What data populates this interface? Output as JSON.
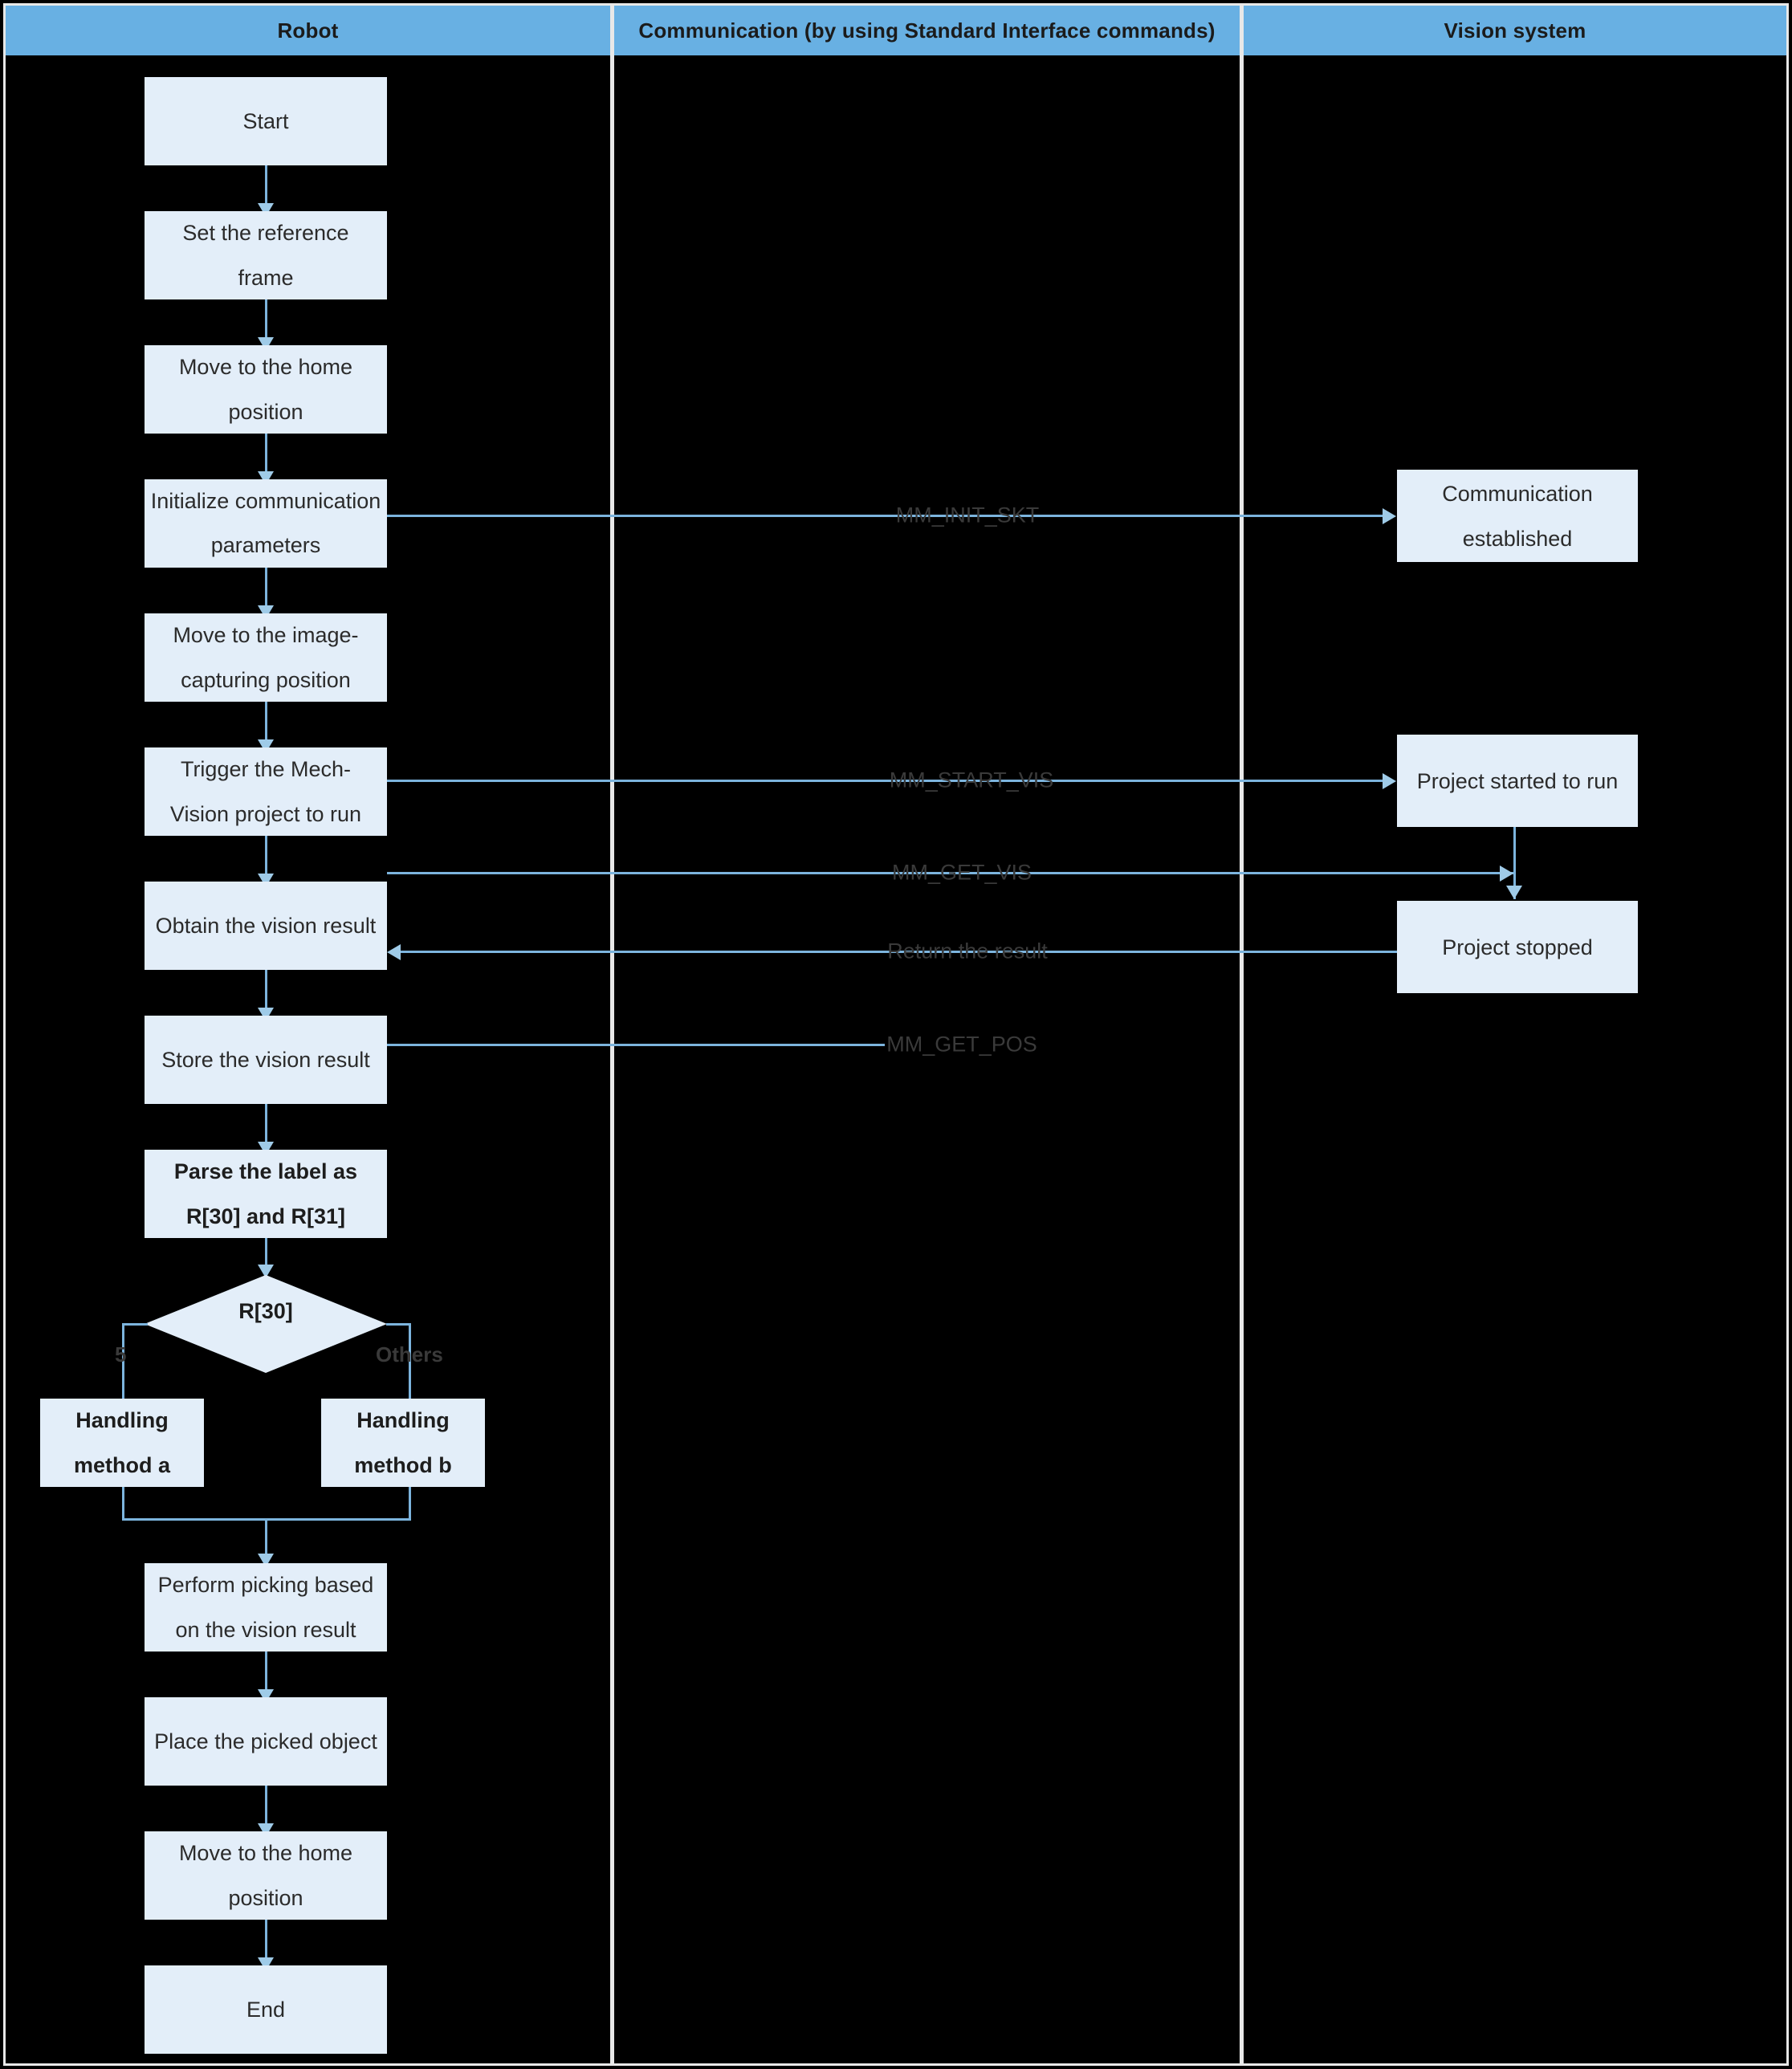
{
  "lanes": [
    {
      "title": "Robot"
    },
    {
      "title": "Communication (by using Standard Interface commands)"
    },
    {
      "title": "Vision system"
    }
  ],
  "robot_nodes": [
    {
      "id": "start",
      "text": "Start"
    },
    {
      "id": "set-frame",
      "text": "Set the reference frame"
    },
    {
      "id": "home-1",
      "text": "Move to the home position"
    },
    {
      "id": "init-comm",
      "text": "Initialize communication parameters"
    },
    {
      "id": "capture-pos",
      "text": "Move to the image-capturing position"
    },
    {
      "id": "trigger",
      "text": "Trigger the Mech-Vision project to run"
    },
    {
      "id": "obtain",
      "text": "Obtain the vision result"
    },
    {
      "id": "store",
      "text": "Store the vision result"
    },
    {
      "id": "parse",
      "text": "Parse the label as R[30] and R[31]"
    },
    {
      "id": "method-a",
      "text": "Handling method a"
    },
    {
      "id": "method-b",
      "text": "Handling method b"
    },
    {
      "id": "pick",
      "text": "Perform picking based on the vision result"
    },
    {
      "id": "place",
      "text": "Place the picked object"
    },
    {
      "id": "home-2",
      "text": "Move to the home position"
    },
    {
      "id": "end",
      "text": "End"
    }
  ],
  "decision": {
    "id": "r30-decision",
    "text": "R[30]",
    "branch_left": "5",
    "branch_right": "Others"
  },
  "messages": [
    {
      "id": "msg-init-skt",
      "text": "MM_INIT_SKT"
    },
    {
      "id": "msg-start-vis",
      "text": "MM_START_VIS"
    },
    {
      "id": "msg-get-vis",
      "text": "MM_GET_VIS"
    },
    {
      "id": "msg-return",
      "text": "Return the result"
    },
    {
      "id": "msg-get-pos",
      "text": "MM_GET_POS"
    }
  ],
  "vision_nodes": [
    {
      "id": "comm-established",
      "text": "Communication established"
    },
    {
      "id": "project-started",
      "text": "Project started to run"
    },
    {
      "id": "project-stopped",
      "text": "Project stopped"
    }
  ],
  "colors": {
    "background": "#000000",
    "header_blue": "#68b0e3",
    "node_fill": "#e3eef9",
    "connector": "#7cb4dd",
    "arrowhead": "#9fcbe8",
    "frame": "#e8e8e8",
    "text": "#2b2b2b"
  }
}
